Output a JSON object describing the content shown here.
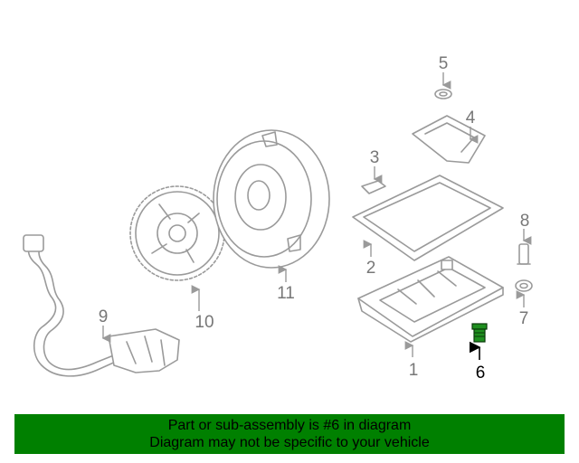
{
  "callouts": [
    {
      "number": "1",
      "highlighted": false
    },
    {
      "number": "2",
      "highlighted": false
    },
    {
      "number": "3",
      "highlighted": false
    },
    {
      "number": "4",
      "highlighted": false
    },
    {
      "number": "5",
      "highlighted": false
    },
    {
      "number": "6",
      "highlighted": true
    },
    {
      "number": "7",
      "highlighted": false
    },
    {
      "number": "8",
      "highlighted": false
    },
    {
      "number": "9",
      "highlighted": false
    },
    {
      "number": "10",
      "highlighted": false
    },
    {
      "number": "11",
      "highlighted": false
    }
  ],
  "banner": {
    "line1": "Part or sub-assembly is #6 in diagram",
    "line2": "Diagram may not be specific to your vehicle",
    "background_color": "#008000"
  },
  "colors": {
    "line_art": "#9a9a9a",
    "highlight_part": "#1f8f1f",
    "highlight_label": "#000000"
  }
}
